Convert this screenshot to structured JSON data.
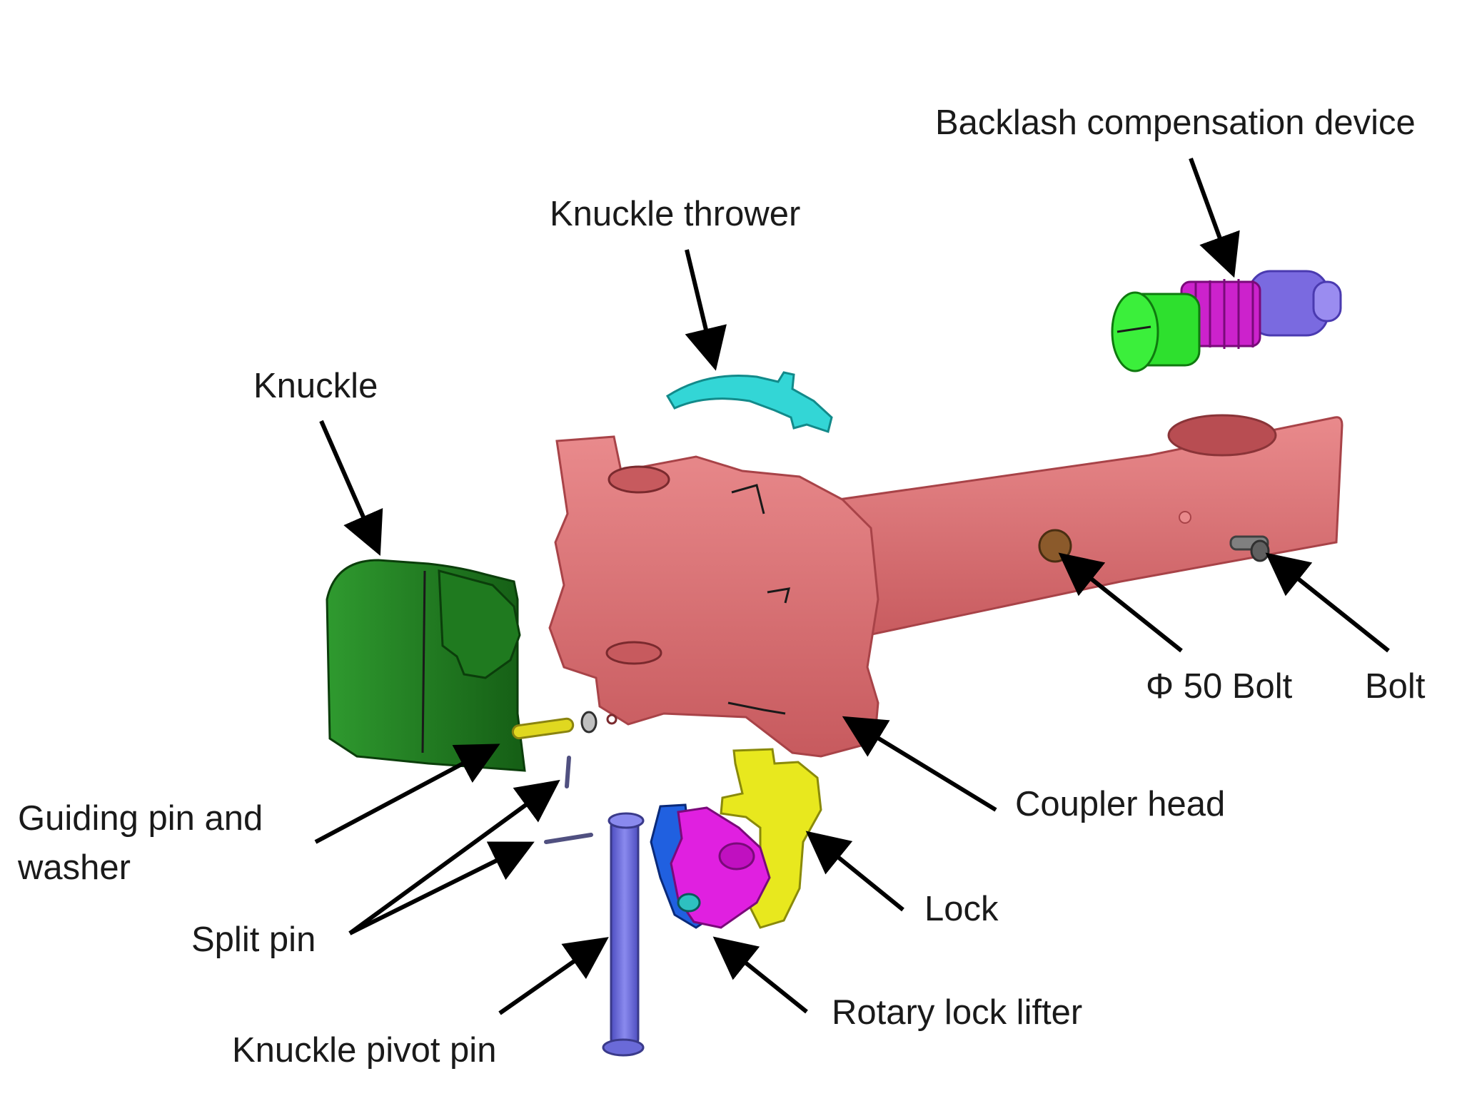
{
  "labels": {
    "backlash": "Backlash compensation device",
    "knuckle_thrower": "Knuckle thrower",
    "knuckle": "Knuckle",
    "phi50_bolt": "Φ 50 Bolt",
    "bolt": "Bolt",
    "coupler_head": "Coupler head",
    "guiding_pin_line1": "Guiding pin and",
    "guiding_pin_line2": "washer",
    "split_pin": "Split pin",
    "lock": "Lock",
    "rotary_lock_lifter": "Rotary lock lifter",
    "knuckle_pivot_pin": "Knuckle pivot pin"
  },
  "colors": {
    "coupler_body": "#d9686c",
    "knuckle": "#1f7a1f",
    "knuckle_thrower": "#33d6d6",
    "backlash_green": "#2ee02e",
    "backlash_spring": "#cc22cc",
    "backlash_cap": "#7a6ae0",
    "lock": "#e8e81e",
    "rotary_lifter_magenta": "#e020e0",
    "rotary_lifter_blue": "#2060e0",
    "pivot_pin": "#6a6ad8",
    "guiding_pin": "#e0d820",
    "phi50_bolt": "#8b5a2b",
    "bolt": "#707070"
  }
}
